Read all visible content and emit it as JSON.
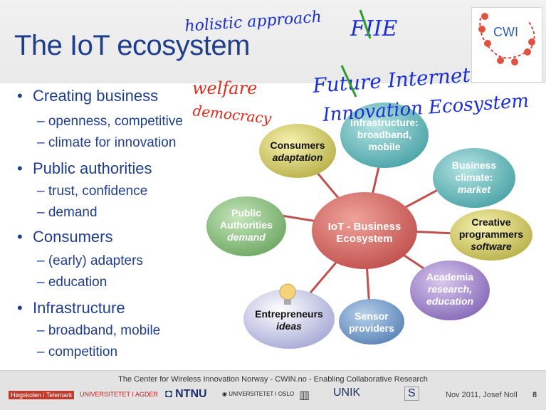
{
  "slide": {
    "title": "The IoT ecosystem",
    "cwi_logo": "CWI"
  },
  "bullets": [
    {
      "label": "Creating business",
      "subs": [
        "openness, competitive",
        "climate for innovation"
      ]
    },
    {
      "label": "Public authorities",
      "subs": [
        "trust, confidence",
        "demand"
      ]
    },
    {
      "label": "Consumers",
      "subs": [
        "(early) adapters",
        "education"
      ]
    },
    {
      "label": "Infrastructure",
      "subs": [
        "broadband, mobile",
        "competition"
      ]
    }
  ],
  "diagram": {
    "center": {
      "line1": "IoT - Business",
      "line2": "Ecosystem"
    },
    "nodes": {
      "consumers": {
        "line1": "Consumers",
        "line2": "adaptation"
      },
      "infrastructure": {
        "line1": "infrastructure:",
        "line2": "broadband,",
        "line3": "mobile"
      },
      "business_climate": {
        "line1": "Business",
        "line2": "climate:",
        "line3": "market"
      },
      "public_authorities": {
        "line1": "Public",
        "line2": "Authorities",
        "line3": "demand"
      },
      "creative": {
        "line1": "Creative",
        "line2": "programmers",
        "line3": "software"
      },
      "academia": {
        "line1": "Academia",
        "line2": "research,",
        "line3": "education"
      },
      "entrepreneurs": {
        "line1": "Entrepreneurs",
        "line2": "ideas"
      },
      "sensor": {
        "line1": "Sensor",
        "line2": "providers"
      }
    }
  },
  "handwriting": {
    "holistic": "holistic approach",
    "fiie": "FIIE",
    "welfare": "welfare",
    "democracy": "democracy",
    "fi_line1": "Future Internet",
    "fi_line2": "Innovation Ecosystem"
  },
  "footer": {
    "text": "The Center for Wireless Innovation Norway - CWIN.no - Enabling Collaborative Research",
    "logos": {
      "telemark": "Høgskolen i Telemark",
      "agder": "UNIVERSITETET I AGDER",
      "ntnu": "NTNU",
      "oslo": "UNIVERSITETET I OSLO",
      "unik": "UNIK",
      "s": "S"
    },
    "date_author": "Nov 2011, Josef Noll",
    "page": "8"
  }
}
